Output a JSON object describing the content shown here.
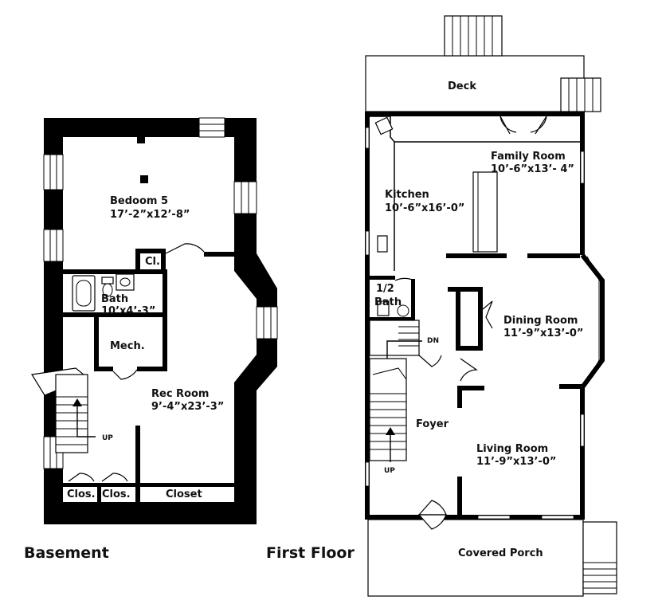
{
  "basement": {
    "title": "Basement",
    "bedroom_name": "Bedoom 5",
    "bedroom_size": "17’-2”x12’-8”",
    "closet_small": "Cl.",
    "bath_name": "Bath",
    "bath_size": "10’x4’-3”",
    "mech": "Mech.",
    "rec_name": "Rec Room",
    "rec_size": "9’-4”x23’-3”",
    "up": "UP",
    "clos1": "Clos.",
    "clos2": "Clos.",
    "closet": "Closet"
  },
  "first_floor": {
    "title": "First Floor",
    "deck": "Deck",
    "family_name": "Family Room",
    "family_size": "10’-6”x13’- 4”",
    "kitchen_name": "Kitchen",
    "kitchen_size": "10’-6”x16’-0”",
    "half_bath_a": "1/2",
    "half_bath_b": "Bath",
    "dn": "DN",
    "dining_name": "Dining Room",
    "dining_size": "11’-9”x13’-0”",
    "foyer": "Foyer",
    "living_name": "Living Room",
    "living_size": "11’-9”x13’-0”",
    "up": "UP",
    "porch": "Covered Porch"
  }
}
